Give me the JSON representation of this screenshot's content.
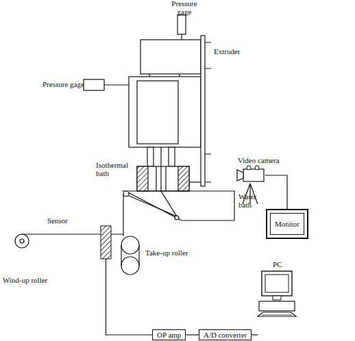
{
  "diagram": {
    "nodes": [
      {
        "text": [
          "Video camera"
        ]
      },
      {
        "text": [
          "Monitor"
        ]
      },
      {
        "text": [
          "Sensor"
        ]
      },
      {
        "text": [
          "OP amp"
        ]
      },
      {
        "text": [
          "A/D converter"
        ]
      },
      {
        "text": [
          "PC"
        ]
      }
    ],
    "edges": [
      {
        "from": 0,
        "to": 1,
        "arrow": "none"
      },
      {
        "from": 2,
        "to": 3,
        "arrow": "none"
      },
      {
        "from": 3,
        "to": 4,
        "arrow": "none"
      },
      {
        "from": 4,
        "to": 5,
        "arrow": "none"
      }
    ],
    "labels": [
      "Pressure gage",
      "Extruder",
      "Pressure gage",
      "Isothermal bath",
      "Water bath",
      "Take-up roller",
      "Wind-up roller"
    ]
  }
}
